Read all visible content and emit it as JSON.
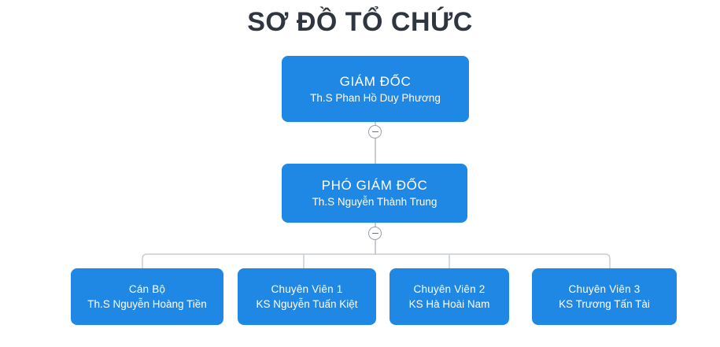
{
  "page": {
    "title": "SƠ ĐỒ TỔ CHỨC",
    "background_color": "#ffffff",
    "title_color": "#2f3640",
    "node_color": "#1f88e5",
    "node_text_color": "#ffffff",
    "connector_color": "#c9cdd1"
  },
  "org_chart": {
    "root": {
      "title": "GIÁM ĐỐC",
      "subtitle": "Th.S Phan Hồ Duy Phương"
    },
    "deputy": {
      "title": "PHÓ GIÁM ĐỐC",
      "subtitle": "Th.S Nguyễn Thành Trung"
    },
    "staff": [
      {
        "title": "Cán Bộ",
        "subtitle": "Th.S Nguyễn Hoàng Tiền"
      },
      {
        "title": "Chuyên Viên 1",
        "subtitle": "KS Nguyễn Tuấn Kiệt"
      },
      {
        "title": "Chuyên Viên 2",
        "subtitle": "KS Hà Hoài Nam"
      },
      {
        "title": "Chuyên Viên 3",
        "subtitle": "KS Trương Tấn Tài"
      }
    ]
  },
  "toggles": {
    "director_collapse_label": "−",
    "deputy_collapse_label": "−"
  }
}
